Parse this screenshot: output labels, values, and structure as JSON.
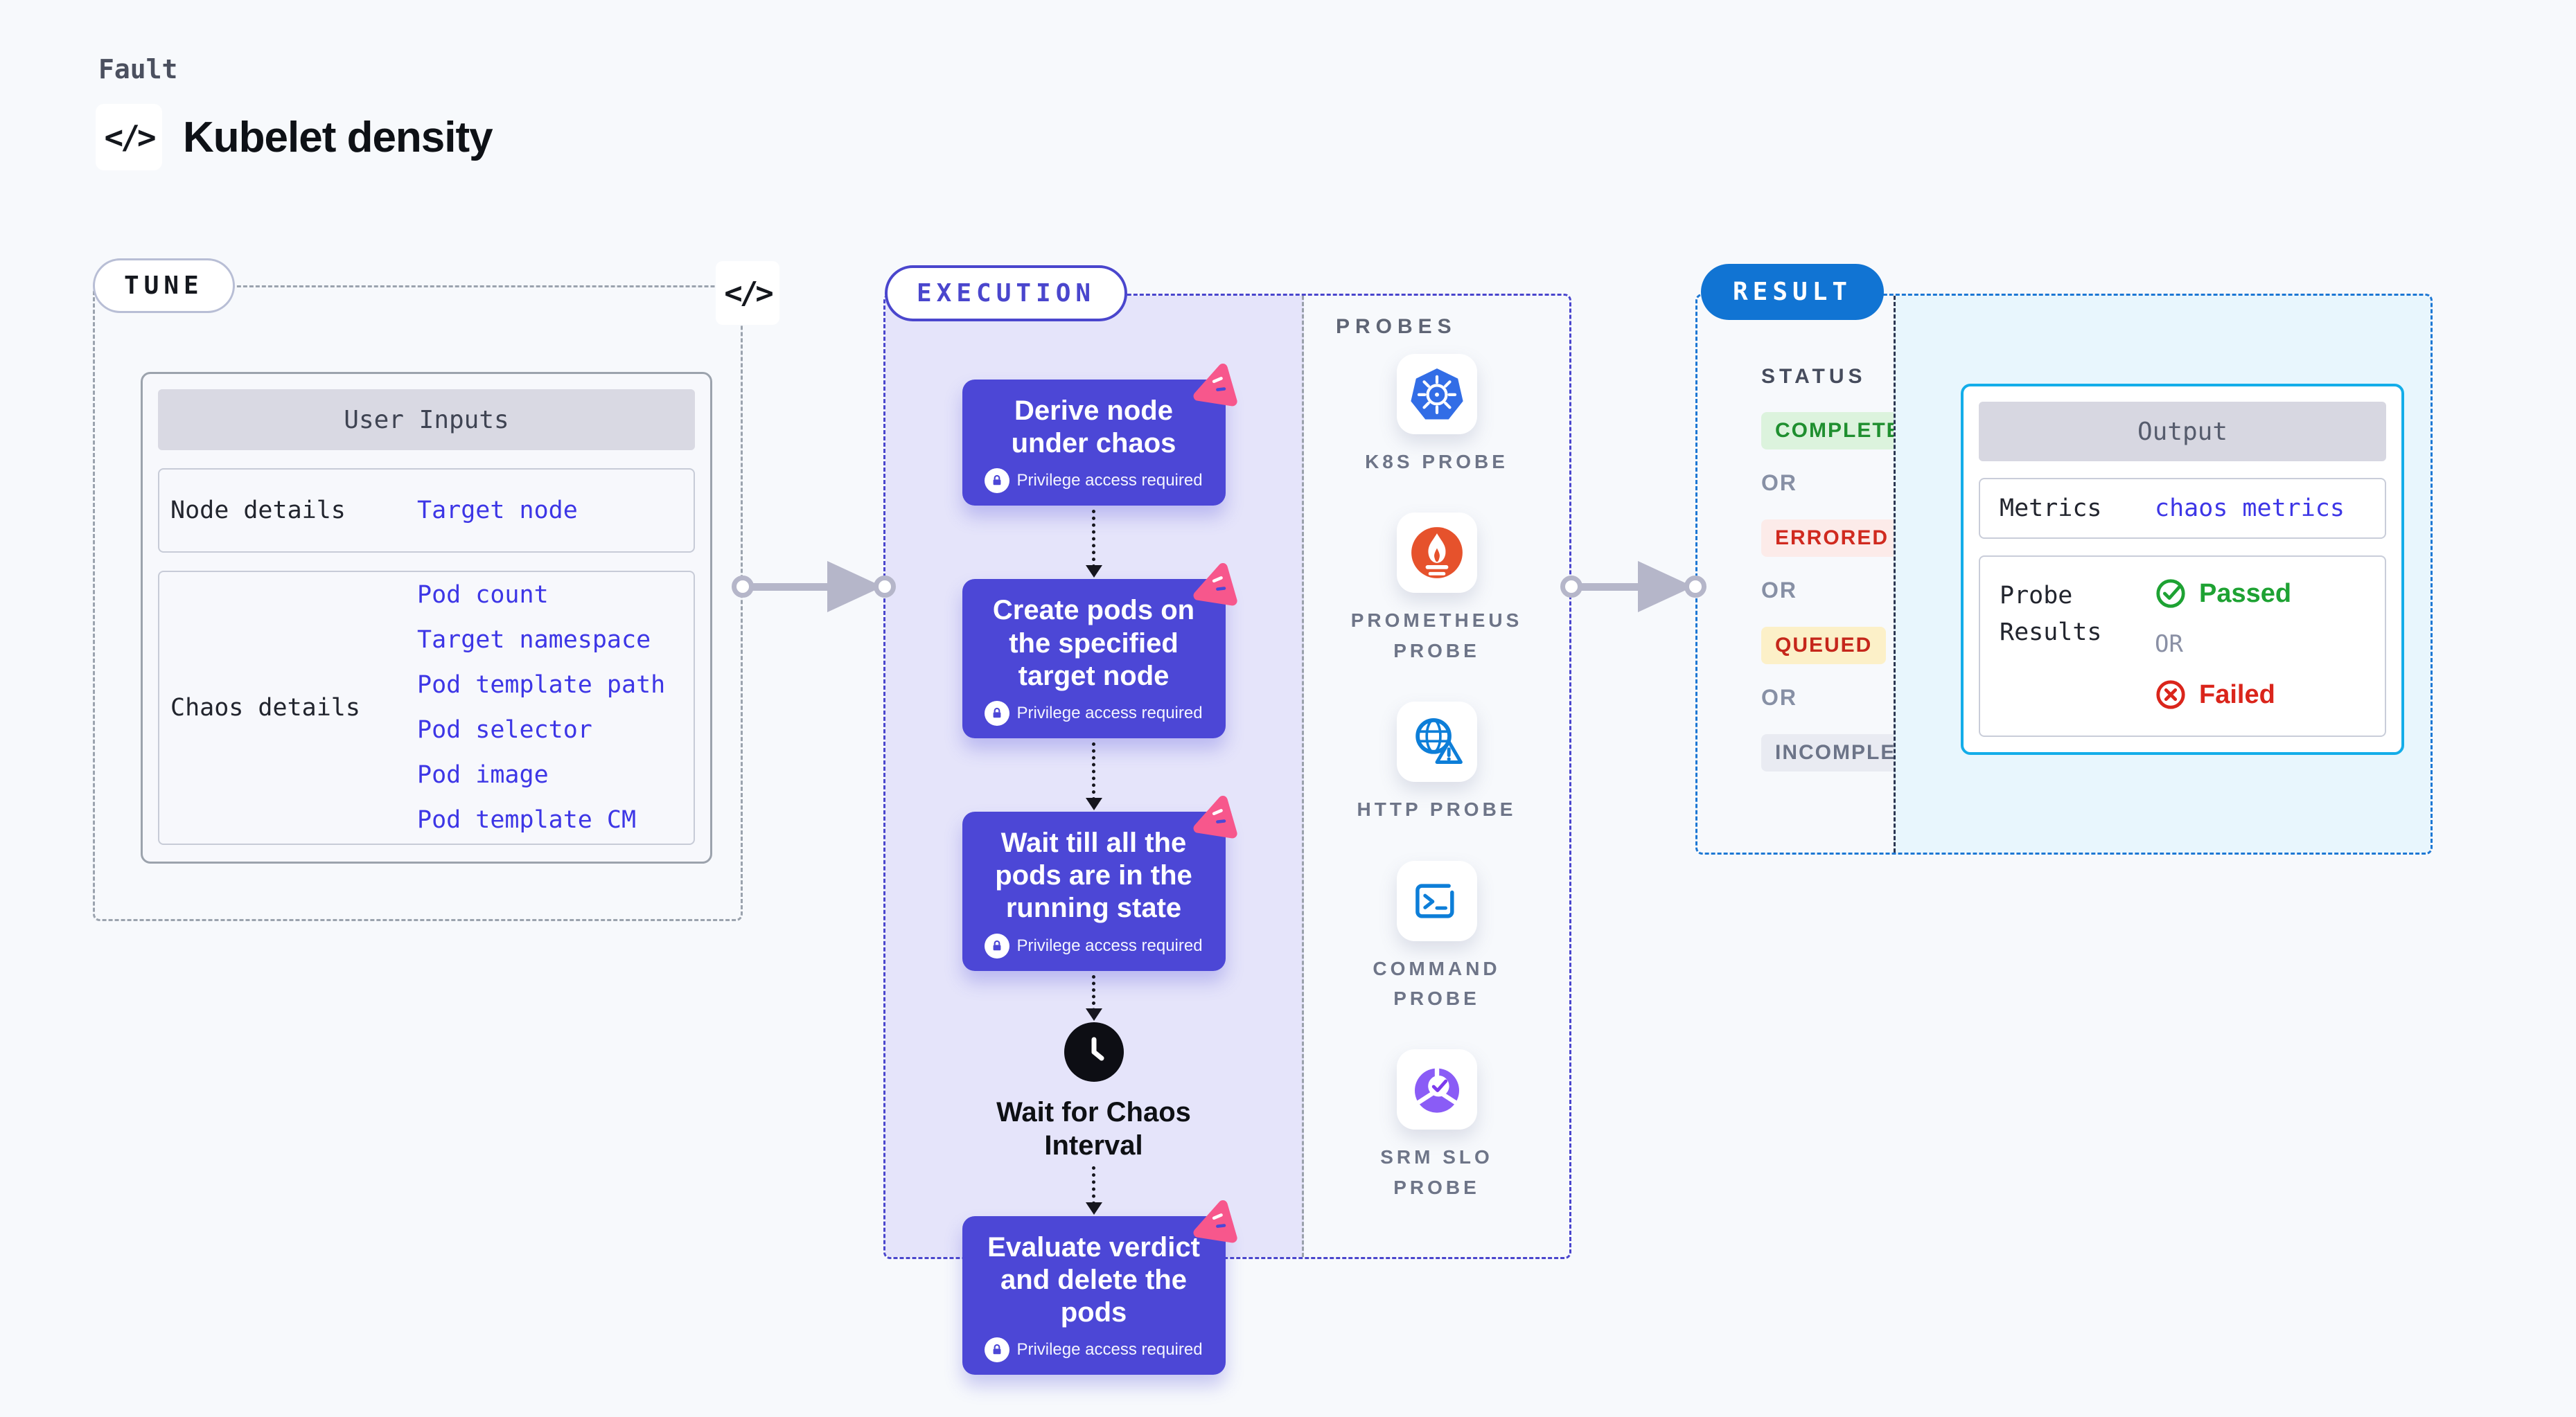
{
  "header": {
    "eyebrow": "Fault",
    "title": "Kubelet density",
    "code_glyph": "</>"
  },
  "tune": {
    "badge": "TUNE",
    "code_glyph": "</>",
    "table": {
      "title": "User Inputs",
      "rows": [
        {
          "label": "Node details",
          "links": [
            "Target node"
          ]
        },
        {
          "label": "Chaos details",
          "links": [
            "Pod count",
            "Target namespace",
            "Pod template path",
            "Pod selector",
            "Pod image",
            "Pod template CM"
          ]
        }
      ]
    }
  },
  "execution": {
    "badge": "EXECUTION",
    "privilege_label": "Privilege access required",
    "steps": [
      "Derive node under chaos",
      "Create pods on the specified target node",
      "Wait till all the pods are in the running state",
      "Evaluate verdict and delete the pods"
    ],
    "wait_label": "Wait for Chaos Interval"
  },
  "probes": {
    "title": "PROBES",
    "items": [
      {
        "label": "K8S PROBE",
        "icon": "kubernetes-icon"
      },
      {
        "label": "PROMETHEUS PROBE",
        "icon": "prometheus-icon"
      },
      {
        "label": "HTTP PROBE",
        "icon": "globe-warning-icon"
      },
      {
        "label": "COMMAND PROBE",
        "icon": "terminal-icon"
      },
      {
        "label": "SRM SLO PROBE",
        "icon": "slo-donut-check-icon"
      }
    ]
  },
  "result": {
    "badge": "RESULT",
    "status_title": "STATUS",
    "or_label": "OR",
    "statuses": [
      "COMPLETED",
      "ERRORED",
      "QUEUED",
      "INCOMPLETED"
    ],
    "output": {
      "title": "Output",
      "metrics_label": "Metrics",
      "metrics_link": "chaos metrics",
      "probe_results_label": "Probe Results",
      "passed": "Passed",
      "failed": "Failed"
    }
  },
  "colors": {
    "accent_indigo": "#4a46cd",
    "node_indigo": "#4c47d6",
    "lavender_fill": "#e5e4fa",
    "link_blue": "#3d36e6",
    "result_blue": "#1174d3",
    "output_border_cyan": "#13ade9",
    "cyan_fill": "#e8f6fd",
    "kubernetes_blue": "#326de6",
    "prometheus_orange": "#e6522c",
    "probe_blue": "#0d7ed8",
    "srm_purple": "#8a5cf6",
    "chaos_pink": "#f7578c",
    "passed_green": "#1ea233",
    "failed_red": "#da251b",
    "completed_green": "#1f8f2f",
    "errored_red": "#d02a1f",
    "queued_red": "#c5271b",
    "incompleted_gray": "#6c7488"
  }
}
